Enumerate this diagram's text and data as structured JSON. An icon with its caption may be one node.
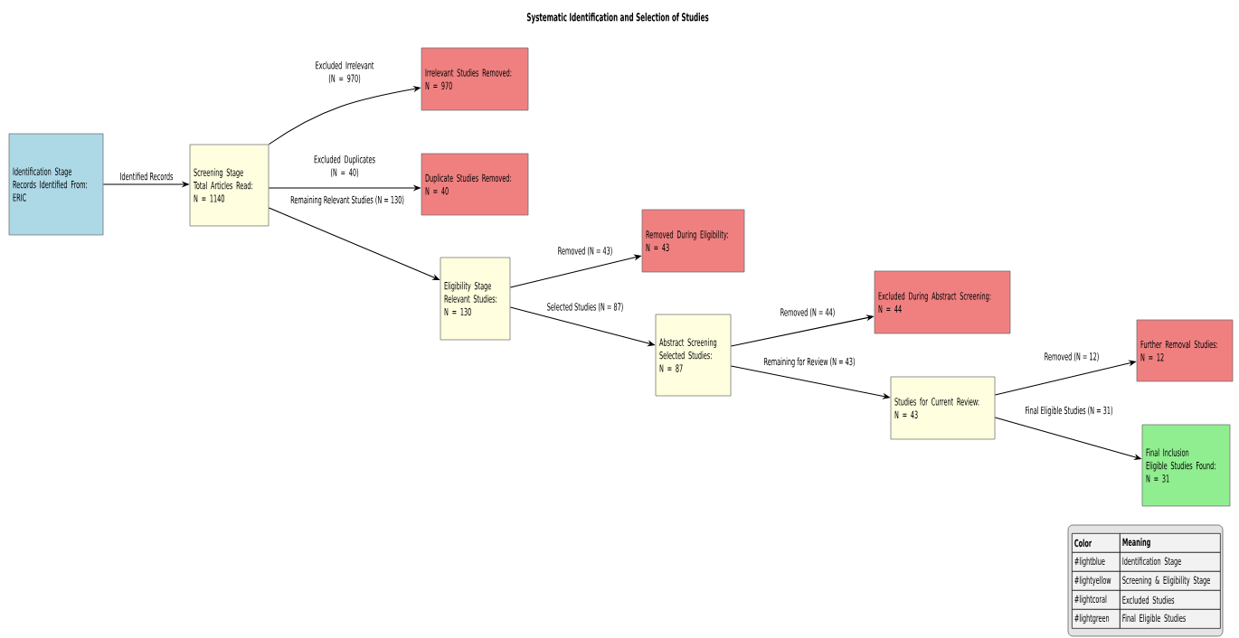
{
  "diagram": {
    "title": "Systematic Identification and Selection of Studies",
    "nodes": [
      {
        "text": [
          "Identification Stage",
          "Records Identified From:",
          "ERIC"
        ]
      },
      {
        "text": [
          "Screening Stage",
          "Total Articles Read:",
          "N = 1140"
        ]
      },
      {
        "text": [
          "Irrelevant Studies Removed:",
          "N = 970"
        ]
      },
      {
        "text": [
          "Duplicate Studies Removed:",
          "N = 40"
        ]
      },
      {
        "text": [
          "Eligibility Stage",
          "Relevant Studies:",
          "N = 130"
        ]
      },
      {
        "text": [
          "Removed During Eligibility:",
          "N = 43"
        ]
      },
      {
        "text": [
          "Abstract Screening",
          "Selected Studies:",
          "N = 87"
        ]
      },
      {
        "text": [
          "Excluded During Abstract Screening:",
          "N = 44"
        ]
      },
      {
        "text": [
          "Studies for Current Review:",
          "N = 43"
        ]
      },
      {
        "text": [
          "Further Removal Studies:",
          "N = 12"
        ]
      },
      {
        "text": [
          "Final Inclusion",
          "Eligible Studies Found:",
          "N = 31"
        ]
      }
    ],
    "edges": [
      {
        "from": 0,
        "to": 1,
        "arrow": "to",
        "label": "Identified Records"
      },
      {
        "from": 1,
        "to": 2,
        "arrow": "to",
        "label": "Excluded Irrelevant (N = 970)"
      },
      {
        "from": 1,
        "to": 3,
        "arrow": "to",
        "label": "Excluded Duplicates (N = 40)"
      },
      {
        "from": 1,
        "to": 4,
        "arrow": "to",
        "label": "Remaining Relevant Studies (N = 130)"
      },
      {
        "from": 4,
        "to": 5,
        "arrow": "to",
        "label": "Removed (N = 43)"
      },
      {
        "from": 4,
        "to": 6,
        "arrow": "to",
        "label": "Selected Studies (N = 87)"
      },
      {
        "from": 6,
        "to": 7,
        "arrow": "to",
        "label": "Removed (N = 44)"
      },
      {
        "from": 6,
        "to": 8,
        "arrow": "to",
        "label": "Remaining for Review (N = 43)"
      },
      {
        "from": 8,
        "to": 9,
        "arrow": "to",
        "label": "Removed (N = 12)"
      },
      {
        "from": 8,
        "to": 10,
        "arrow": "to",
        "label": "Final Eligible Studies (N = 31)"
      }
    ],
    "labels": [
      "Color",
      "Meaning",
      "#lightblue",
      "Identification Stage",
      "#lightyellow",
      "Screening & Eligibility Stage",
      "#lightcoral",
      "Excluded Studies",
      "#lightgreen",
      "Final Eligible Studies"
    ]
  }
}
